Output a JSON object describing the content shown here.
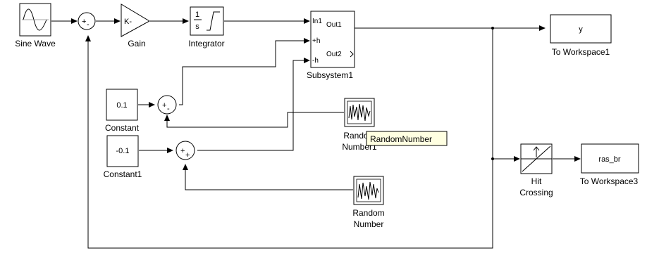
{
  "blocks": {
    "sine_wave": {
      "label": "Sine Wave"
    },
    "sum1": {
      "sign_a": "+",
      "sign_b": "-"
    },
    "gain": {
      "label": "Gain",
      "inner": "K-"
    },
    "integrator": {
      "label": "Integrator",
      "num": "1",
      "den": "s"
    },
    "subsystem": {
      "label": "Subsystem1",
      "in1": "In1",
      "in2": "+h",
      "in3": "-h",
      "out1": "Out1",
      "out2": "Out2"
    },
    "to_workspace1": {
      "label": "To Workspace1",
      "var": "y"
    },
    "constant": {
      "label": "Constant",
      "value": "0.1"
    },
    "sum2": {
      "sign_a": "+",
      "sign_b": "-"
    },
    "random_number1": {
      "label_line1": "Random",
      "label_line2": "Number1"
    },
    "constant1": {
      "label": "Constant1",
      "value": "-0.1"
    },
    "sum3": {
      "sign_a": "+",
      "sign_b": "+"
    },
    "random_number": {
      "label_line1": "Random",
      "label_line2": "Number"
    },
    "hit_crossing": {
      "label_line1": "Hit",
      "label_line2": "Crossing"
    },
    "to_workspace3": {
      "label": "To Workspace3",
      "var": "ras_br"
    }
  },
  "tooltip": {
    "text": "RandomNumber"
  }
}
